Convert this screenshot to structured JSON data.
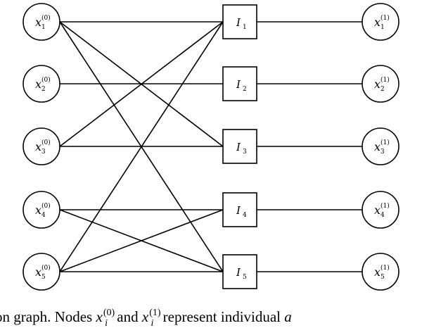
{
  "diagram": {
    "left_nodes": [
      {
        "id": "x1_0",
        "base": "x",
        "sub": "1",
        "sup": "(0)"
      },
      {
        "id": "x2_0",
        "base": "x",
        "sub": "2",
        "sup": "(0)"
      },
      {
        "id": "x3_0",
        "base": "x",
        "sub": "3",
        "sup": "(0)"
      },
      {
        "id": "x4_0",
        "base": "x",
        "sub": "4",
        "sup": "(0)"
      },
      {
        "id": "x5_0",
        "base": "x",
        "sub": "5",
        "sup": "(0)"
      }
    ],
    "middle_nodes": [
      {
        "id": "I1",
        "base": "I",
        "sub": "1"
      },
      {
        "id": "I2",
        "base": "I",
        "sub": "2"
      },
      {
        "id": "I3",
        "base": "I",
        "sub": "3"
      },
      {
        "id": "I4",
        "base": "I",
        "sub": "4"
      },
      {
        "id": "I5",
        "base": "I",
        "sub": "5"
      }
    ],
    "right_nodes": [
      {
        "id": "x1_1",
        "base": "x",
        "sub": "1",
        "sup": "(1)"
      },
      {
        "id": "x2_1",
        "base": "x",
        "sub": "2",
        "sup": "(1)"
      },
      {
        "id": "x3_1",
        "base": "x",
        "sub": "3",
        "sup": "(1)"
      },
      {
        "id": "x4_1",
        "base": "x",
        "sub": "4",
        "sup": "(1)"
      },
      {
        "id": "x5_1",
        "base": "x",
        "sub": "5",
        "sup": "(1)"
      }
    ],
    "edges": [
      [
        "x1_0",
        "I1"
      ],
      [
        "x1_0",
        "I3"
      ],
      [
        "x1_0",
        "I5"
      ],
      [
        "x2_0",
        "I2"
      ],
      [
        "x3_0",
        "I1"
      ],
      [
        "x3_0",
        "I3"
      ],
      [
        "x4_0",
        "I4"
      ],
      [
        "x4_0",
        "I5"
      ],
      [
        "x5_0",
        "I1"
      ],
      [
        "x5_0",
        "I4"
      ],
      [
        "x5_0",
        "I5"
      ],
      [
        "I1",
        "x1_1"
      ],
      [
        "I2",
        "x2_1"
      ],
      [
        "I3",
        "x3_1"
      ],
      [
        "I4",
        "x4_1"
      ],
      [
        "I5",
        "x5_1"
      ]
    ]
  },
  "caption": {
    "part1": "on graph. Nodes",
    "var_base": "x",
    "var_sub": "i",
    "sup0": "(0)",
    "word_and": "and",
    "sup1": "(1)",
    "part2": "represent individual",
    "trailing": "a"
  }
}
